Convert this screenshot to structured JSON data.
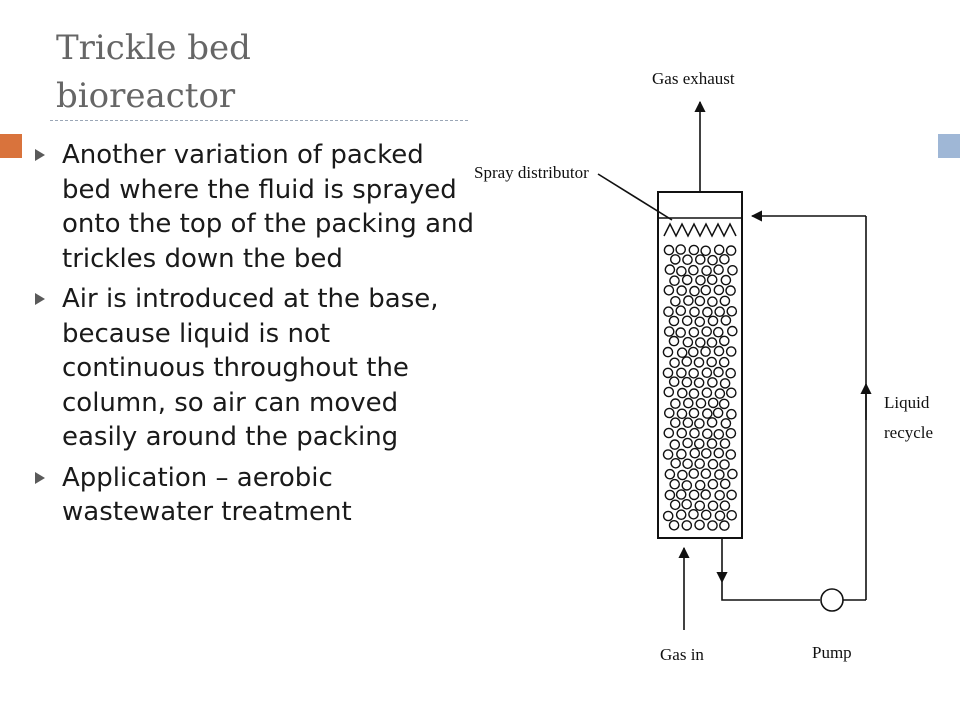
{
  "title_lines": [
    "Trickle bed",
    "bioreactor"
  ],
  "bullets": [
    "Another variation of packed bed where the fluid is sprayed onto the top of the packing and trickles down the bed",
    "Air is introduced at the base, because liquid is not continuous throughout the column, so air can moved easily around the packing",
    "Application – aerobic wastewater treatment"
  ],
  "diagram": {
    "gas_exhaust": "Gas exhaust",
    "spray_distributor": "Spray distributor",
    "liquid": "Liquid",
    "recycle": "recycle",
    "gas_in": "Gas in",
    "pump": "Pump"
  },
  "colors": {
    "accent_orange": "#d9733c",
    "accent_blue": "#9fb7d6",
    "bullet_marker": "#5a5a5a",
    "title": "#666666"
  }
}
